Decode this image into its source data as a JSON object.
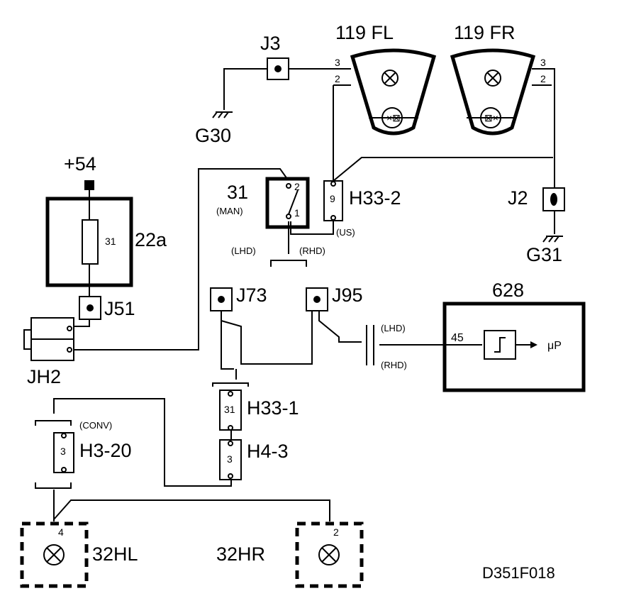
{
  "power": {
    "supply_label": "+54"
  },
  "fuse_block": {
    "label": "22a",
    "fuse_number": "31"
  },
  "switch": {
    "label": "31",
    "mode_label": "(MAN)",
    "pin_top": "2",
    "pin_bottom": "1"
  },
  "junctions": {
    "j3": "J3",
    "j2": "J2",
    "j51": "J51",
    "j73": "J73",
    "j95": "J95"
  },
  "grounds": {
    "g30": "G30",
    "g31": "G31"
  },
  "headlamps": {
    "left": {
      "label": "119 FL",
      "pin_upper": "3",
      "pin_lower": "2"
    },
    "right": {
      "label": "119 FR",
      "pin_upper": "3",
      "pin_lower": "2"
    }
  },
  "connectors": {
    "h33_2": {
      "label": "H33-2",
      "pin": "9",
      "note": "(US)"
    },
    "h33_1": {
      "label": "H33-1",
      "pin": "31"
    },
    "h4_3": {
      "label": "H4-3",
      "pin": "3"
    },
    "h3_20": {
      "label": "H3-20",
      "pin": "3",
      "note": "(CONV)"
    },
    "jh2": {
      "label": "JH2"
    }
  },
  "drive_variants": {
    "lhd": "(LHD)",
    "rhd": "(RHD)"
  },
  "module_628": {
    "label": "628",
    "pin": "45",
    "output": "μP"
  },
  "lamps": {
    "left": {
      "label": "32HL",
      "pin": "4"
    },
    "right": {
      "label": "32HR",
      "pin": "2"
    }
  },
  "diagram_id": "D351F018"
}
